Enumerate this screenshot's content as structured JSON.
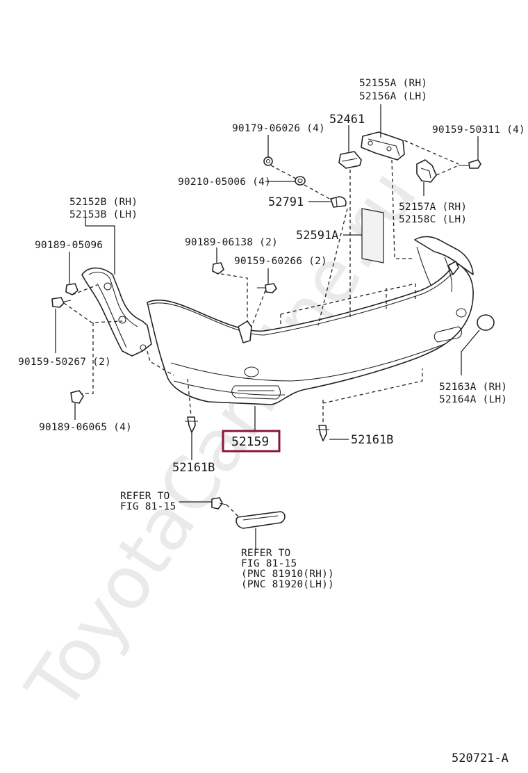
{
  "watermark": "ToyotaCarMine.ru",
  "diagram_code": "520721-A",
  "highlighted_part": "52159",
  "labels": {
    "p52155": "52155A (RH)",
    "p52156": "52156A (LH)",
    "p90179": "90179-06026 (4)",
    "p52461": "52461",
    "p90159_50311": "90159-50311 (4)",
    "p90210": "90210-05006 (4)",
    "p52791": "52791",
    "p52157": "52157A (RH)",
    "p52158": "52158C (LH)",
    "p52152": "52152B (RH)",
    "p52153": "52153B (LH)",
    "p52591": "52591A",
    "p90189_05096": "90189-05096",
    "p90189_06138": "90189-06138 (2)",
    "p90159_60266": "90159-60266 (2)",
    "p90159_50267": "90159-50267 (2)",
    "p52163": "52163A (RH)",
    "p52164": "52164A (LH)",
    "p90189_06065": "90189-06065 (4)",
    "p52161_right": "52161B",
    "p52161_left": "52161B",
    "refer1_line1": "REFER TO",
    "refer1_line2": "FIG 81-15",
    "refer2_line1": "REFER TO",
    "refer2_line2": "FIG 81-15",
    "refer2_line3": "(PNC 81910(RH))",
    "refer2_line4": "(PNC 81920(LH))"
  }
}
